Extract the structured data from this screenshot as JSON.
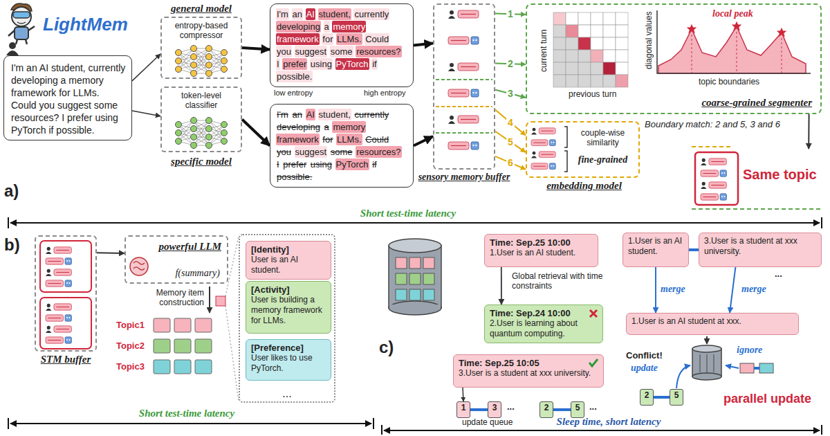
{
  "diagram": {
    "nodes": [
      {
        "text": [
          "I'm an AI student, currently developing a memory framework for LLMs. Could you suggest some resources? I prefer using PyTorch if possible."
        ]
      },
      {
        "text": [
          "general model",
          "entropy-based compressor"
        ]
      },
      {
        "text": [
          "token-level classifier",
          "specific model"
        ]
      },
      {
        "text": [
          "I'm an AI student, currently developing a memory framework for LLMs. Could you suggest some resources? I prefer using PyTorch if possible."
        ]
      },
      {
        "text": [
          "I'm an AI student, currently developing a memory framework for LLMs. Could you suggest some resources? I prefer using PyTorch if possible."
        ]
      },
      {
        "text": [
          "sensory memory buffer"
        ]
      },
      {
        "text": [
          "coarse-grained segmenter"
        ]
      },
      {
        "text": [
          "couple-wise similarity",
          "fine-grained",
          "embedding model"
        ]
      },
      {
        "text": [
          "Same topic"
        ]
      },
      {
        "text": [
          "STM buffer"
        ]
      },
      {
        "text": [
          "powerful LLM",
          "f(summary)"
        ]
      },
      {
        "text": [
          "..."
        ]
      },
      {
        "text": [
          "[Identity]",
          "User is an AI student."
        ],
        "in": 11
      },
      {
        "text": [
          "[Activity]",
          "User is building a memory framework for LLMs."
        ],
        "in": 11
      },
      {
        "text": [
          "[Preference]",
          "User likes to use PyTorch."
        ],
        "in": 11
      },
      {
        "text": [
          "Time: Sep.25 10:00",
          "1.User is an AI student."
        ]
      },
      {
        "text": [
          "Time: Sep.24 10:00",
          "2.User is learning about quantum computing."
        ]
      },
      {
        "text": [
          "Time: Sep.25 10:05",
          "3.User is a student at xxx university."
        ]
      },
      {
        "text": [
          "1"
        ]
      },
      {
        "text": [
          "3"
        ]
      },
      {
        "text": [
          "2"
        ]
      },
      {
        "text": [
          "5"
        ]
      },
      {
        "text": [
          "1.User is an AI student."
        ]
      },
      {
        "text": [
          "3.User is a student at xxx university."
        ]
      },
      {
        "text": [
          "1.User is an AI student at xxx."
        ]
      },
      {
        "text": [
          "2"
        ]
      },
      {
        "text": [
          "5"
        ]
      }
    ],
    "edges": [
      {
        "from": 0,
        "to": 1,
        "arrow": "to"
      },
      {
        "from": 0,
        "to": 2,
        "arrow": "to"
      },
      {
        "from": 1,
        "to": 3,
        "arrow": "to"
      },
      {
        "from": 2,
        "to": 4,
        "arrow": "to"
      },
      {
        "from": 3,
        "to": 5,
        "arrow": "to"
      },
      {
        "from": 4,
        "to": 5,
        "arrow": "to"
      },
      {
        "from": 5,
        "to": 6,
        "label": "1",
        "arrow": "to"
      },
      {
        "from": 5,
        "to": 6,
        "label": "2",
        "arrow": "to"
      },
      {
        "from": 5,
        "to": 6,
        "label": "3",
        "arrow": "to"
      },
      {
        "from": 5,
        "to": 7,
        "label": "4",
        "arrow": "to"
      },
      {
        "from": 5,
        "to": 7,
        "label": "5",
        "arrow": "to"
      },
      {
        "from": 5,
        "to": 7,
        "label": "6",
        "arrow": "to"
      },
      {
        "from": 6,
        "to": 8,
        "arrow": "to"
      },
      {
        "from": 9,
        "to": 10,
        "arrow": "to"
      },
      {
        "from": 15,
        "to": 16,
        "arrow": "to"
      },
      {
        "from": 17,
        "to": 18,
        "arrow": "to"
      },
      {
        "from": 18,
        "to": 19,
        "arrow": "none"
      },
      {
        "from": 20,
        "to": 21,
        "arrow": "none"
      },
      {
        "from": 22,
        "to": 23,
        "arrow": "none"
      },
      {
        "from": 22,
        "to": 24,
        "arrow": "to"
      },
      {
        "from": 23,
        "to": 24,
        "arrow": "to"
      },
      {
        "from": 25,
        "to": 26,
        "arrow": "none"
      }
    ],
    "labels": [
      "LightMem",
      "low entropy",
      "high entropy",
      "current turn",
      "previous turn",
      "diagonal values",
      "topic boundaries",
      "local peak",
      "Boundary match: 2 and 5, 3 and 6",
      "a)",
      "Short test-time latency",
      "b)",
      "Memory item construction",
      "Topic1",
      "Topic2",
      "Topic3",
      "Short test-time latency",
      "c)",
      "Global retrieval with time constraints",
      "...",
      "...",
      "update queue",
      "...",
      "merge",
      "merge",
      "Conflict!",
      "update",
      "ignore",
      "parallel update",
      "Sleep time, short latency"
    ]
  }
}
